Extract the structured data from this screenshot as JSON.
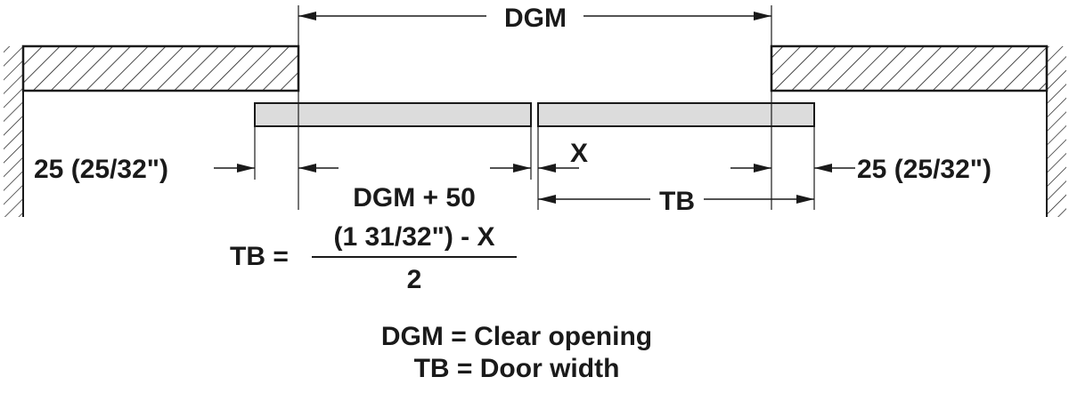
{
  "dimensions": {
    "clear_opening_label": "DGM",
    "door_width_label": "TB",
    "overlap_left_label": "25 (25/32\")",
    "overlap_right_label": "25 (25/32\")",
    "gap_label": "X"
  },
  "formula": {
    "lhs": "TB =",
    "numerator_line1": "DGM + 50",
    "numerator_line2": "(1 31/32\") - X",
    "denominator": "2"
  },
  "legend": {
    "line1": "DGM = Clear opening",
    "line2": "TB = Door width"
  },
  "colors": {
    "line": "#1a1a1a",
    "door_fill": "#dcdcdc",
    "background": "#ffffff"
  }
}
